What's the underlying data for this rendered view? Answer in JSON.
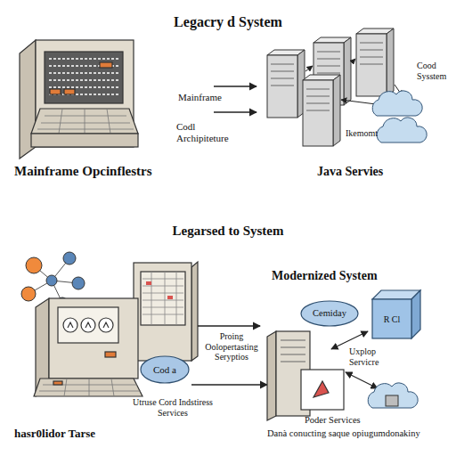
{
  "diagram": {
    "title": "Legacry d System",
    "nodes": [
      {
        "text": [
          "Cemiday"
        ]
      },
      {
        "text": [
          "R Cl"
        ]
      },
      {
        "text": [
          "Cod a"
        ]
      }
    ],
    "labels": [
      "Mainframe",
      "Cood Sysstem",
      "Codl Archipiteture",
      "Ikemomt",
      "Mainframe Opcinflestrs",
      "Java Servies",
      "Legarsed to System",
      "Modernized System",
      "Uxplop Servicre",
      "Proing Oolopertasting Seryptios",
      "Utruse Cord Indstiress Services",
      "hasr0lidor Tarse",
      "Poder Services",
      "Danà conucting saque opiugumdonakiny"
    ]
  }
}
